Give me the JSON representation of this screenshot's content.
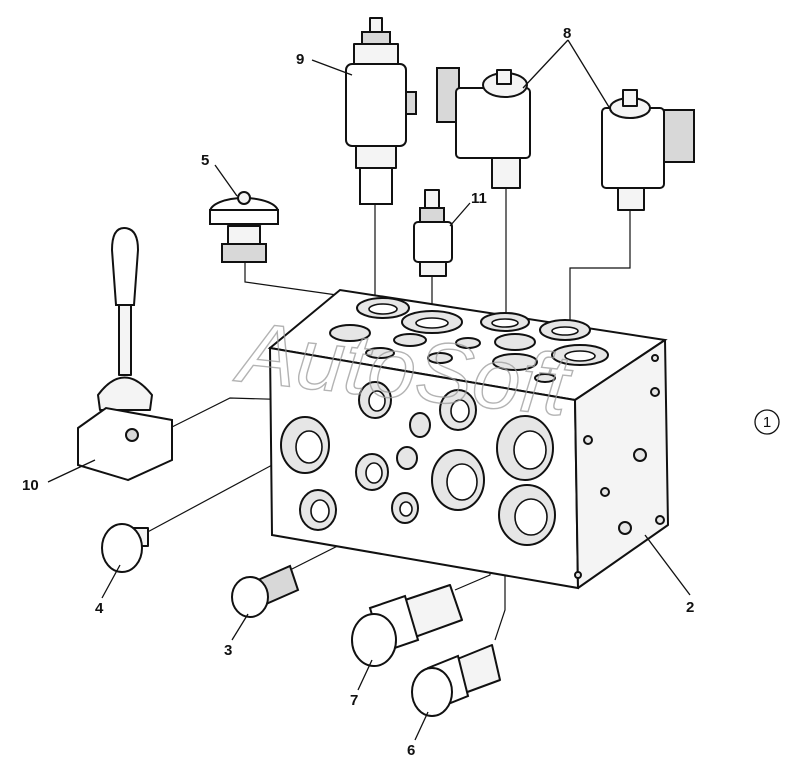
{
  "watermark": "AutoSoft",
  "reference_number": "1",
  "callouts": [
    "1",
    "2",
    "3",
    "4",
    "5",
    "6",
    "7",
    "8",
    "9",
    "10",
    "11"
  ],
  "labels": {
    "c2": "2",
    "c3": "3",
    "c4": "4",
    "c5": "5",
    "c6": "6",
    "c7": "7",
    "c8": "8",
    "c9": "9",
    "c10": "10",
    "c11": "11"
  }
}
